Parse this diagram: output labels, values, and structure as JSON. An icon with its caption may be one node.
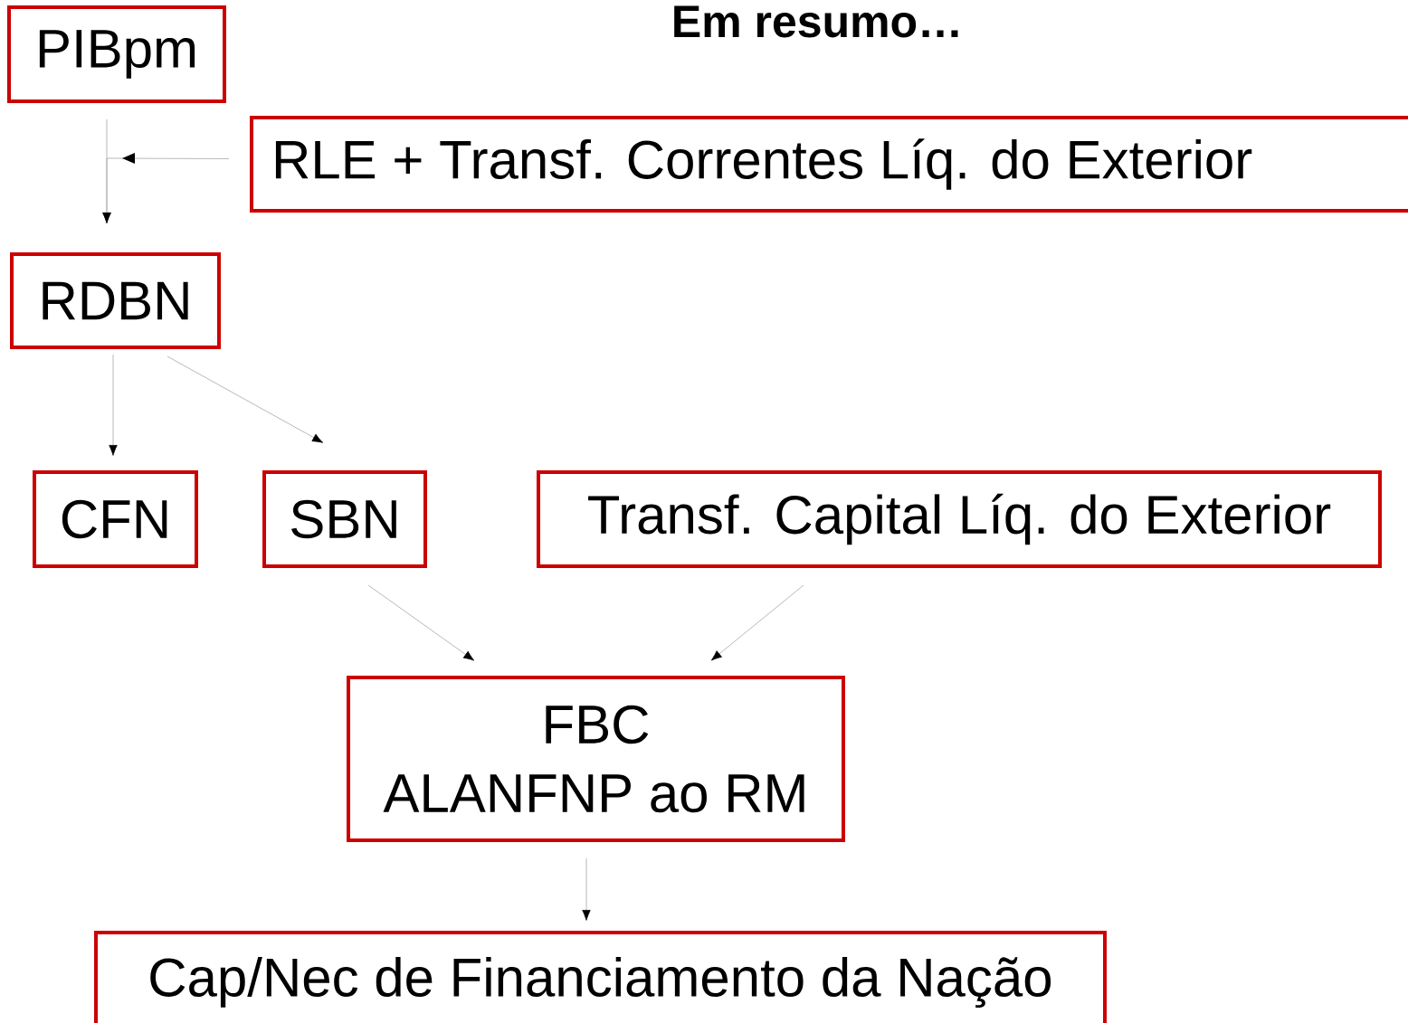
{
  "diagram": {
    "title": "Em resumo…",
    "nodes": [
      {
        "text": [
          "PIBpm"
        ]
      },
      {
        "text": [
          "RLE + Transf. Correntes Líq. do Exterior"
        ]
      },
      {
        "text": [
          "RDBN"
        ]
      },
      {
        "text": [
          "CFN"
        ]
      },
      {
        "text": [
          "SBN"
        ]
      },
      {
        "text": [
          "Transf. Capital Líq. do Exterior"
        ]
      },
      {
        "text": [
          "FBC",
          "ALANFNP ao RM"
        ]
      },
      {
        "text": [
          "Cap/Nec de Financiamento da Nação"
        ]
      }
    ],
    "edges": [
      {
        "from": 0,
        "to": 2,
        "arrow": "to"
      },
      {
        "from": 1,
        "to": 2,
        "arrow": "to"
      },
      {
        "from": 2,
        "to": 3,
        "arrow": "to"
      },
      {
        "from": 2,
        "to": 4,
        "arrow": "to"
      },
      {
        "from": 4,
        "to": 6,
        "arrow": "to"
      },
      {
        "from": 5,
        "to": 6,
        "arrow": "to"
      },
      {
        "from": 6,
        "to": 7,
        "arrow": "to"
      }
    ]
  }
}
